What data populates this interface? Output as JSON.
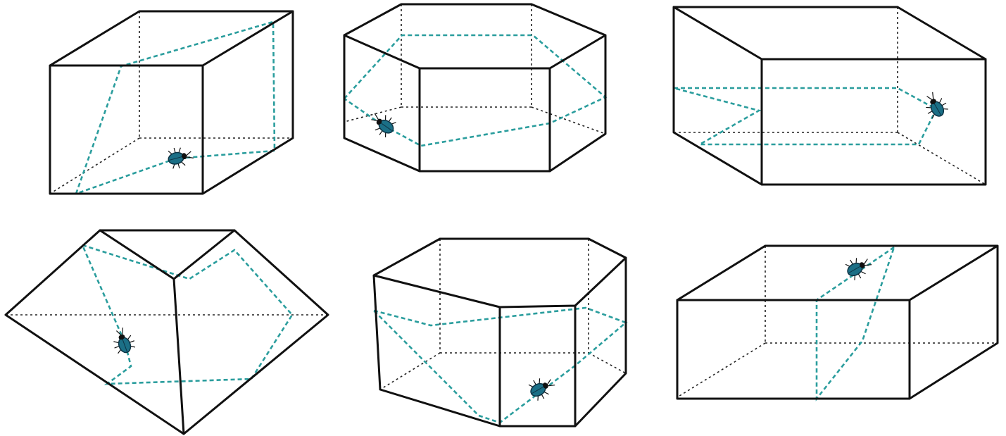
{
  "colors": {
    "edge": "#111111",
    "hidden_edge": "#222222",
    "bug_path": "#2a9d9d",
    "bug_body": "#1b6f86",
    "bug_head": "#111111",
    "background": "#ffffff"
  },
  "figures": [
    {
      "name": "cube",
      "icon": "beetle-icon"
    },
    {
      "name": "hexagonal-prism",
      "icon": "beetle-icon"
    },
    {
      "name": "rectangular-box",
      "icon": "beetle-icon"
    },
    {
      "name": "triangular-prism",
      "icon": "beetle-icon"
    },
    {
      "name": "pentagonal-prism",
      "icon": "beetle-icon"
    },
    {
      "name": "flat-box",
      "icon": "beetle-icon"
    }
  ]
}
